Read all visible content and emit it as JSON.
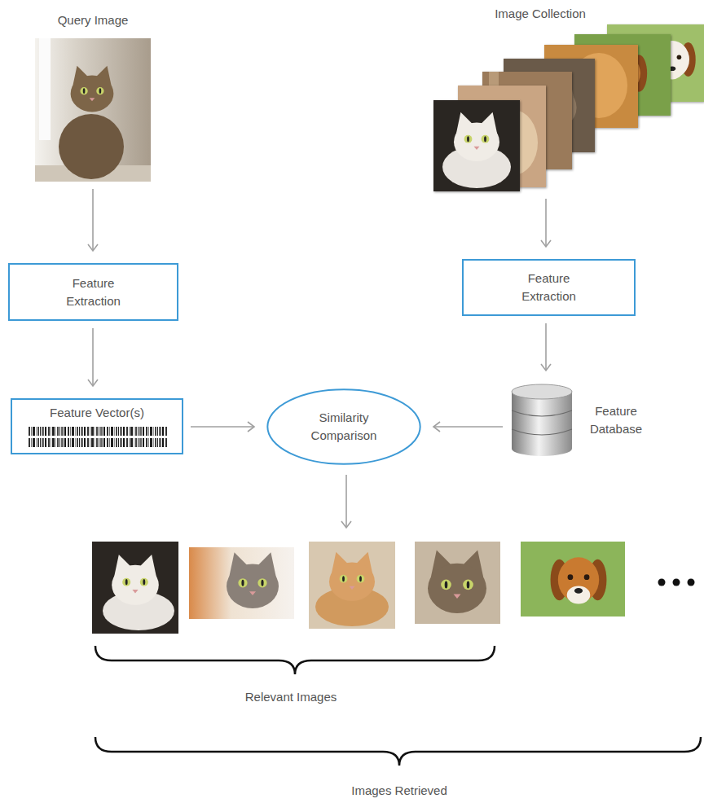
{
  "diagram": {
    "nodes": [
      {
        "text": [
          "Query Image"
        ]
      },
      {
        "text": [
          "Image Collection"
        ]
      },
      {
        "text": [
          "Feature Extraction"
        ]
      },
      {
        "text": [
          "Feature Extraction"
        ]
      },
      {
        "text": [
          "Feature Vector(s)"
        ]
      },
      {
        "text": [
          "Similarity Comparison"
        ]
      },
      {
        "text": [
          "Feature Database"
        ]
      }
    ],
    "edges": [
      {
        "from": 0,
        "to": 2,
        "arrow": "to"
      },
      {
        "from": 1,
        "to": 3,
        "arrow": "to"
      },
      {
        "from": 2,
        "to": 4,
        "arrow": "to"
      },
      {
        "from": 3,
        "to": 6,
        "arrow": "to"
      },
      {
        "from": 4,
        "to": 5,
        "arrow": "to"
      },
      {
        "from": 6,
        "to": 5,
        "arrow": "to"
      }
    ],
    "labels": [
      "Relevant Images",
      "Images Retrieved"
    ]
  }
}
